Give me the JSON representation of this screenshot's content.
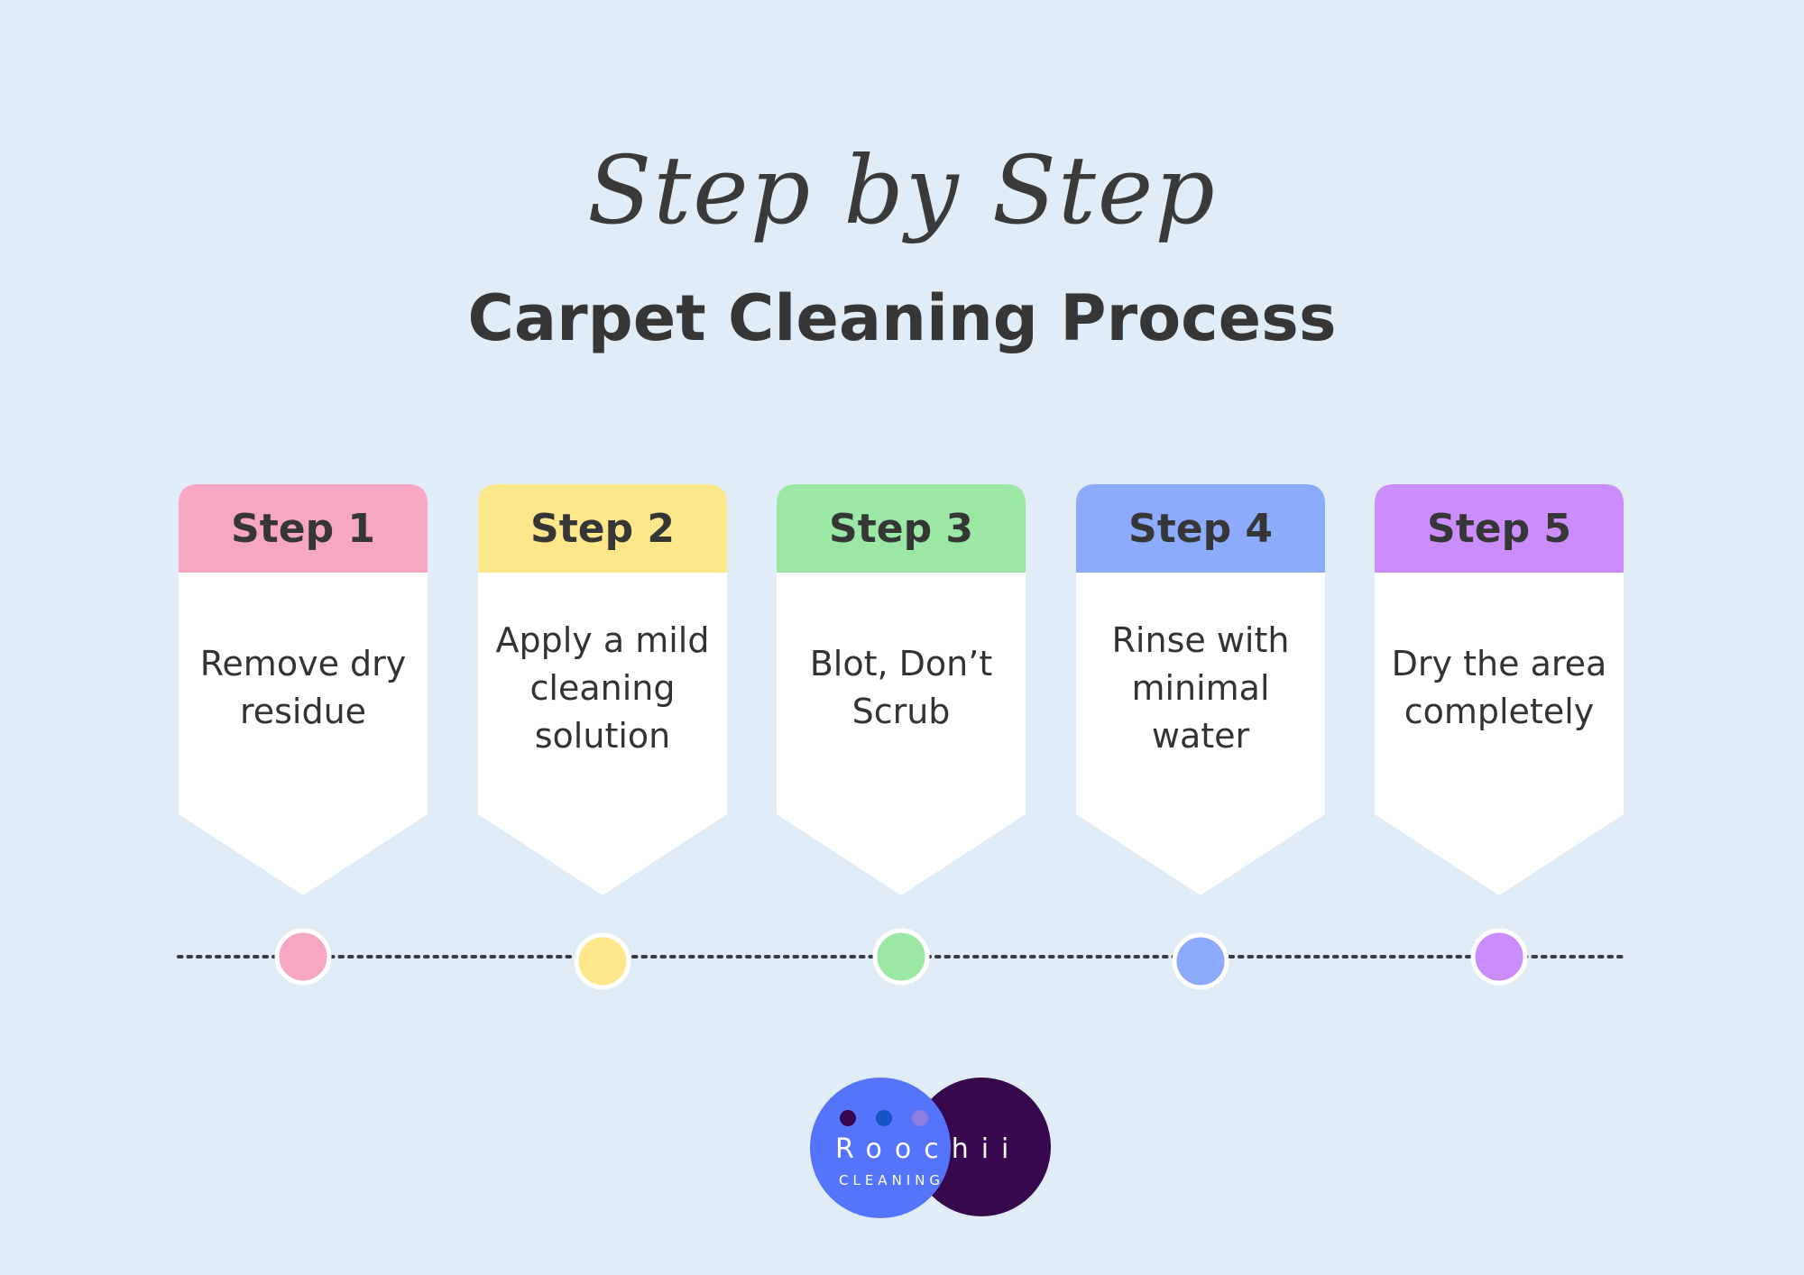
{
  "header": {
    "script_title": "Step by Step",
    "main_title": "Carpet Cleaning Process"
  },
  "steps": [
    {
      "label": "Step 1",
      "text": "Remove dry residue",
      "color": "#f7a6c3"
    },
    {
      "label": "Step 2",
      "text": "Apply a mild cleaning solution",
      "color": "#fee68a"
    },
    {
      "label": "Step 3",
      "text": "Blot, Don’t Scrub",
      "color": "#9be8a5"
    },
    {
      "label": "Step 4",
      "text": "Rinse with minimal water",
      "color": "#8dabfc"
    },
    {
      "label": "Step 5",
      "text": "Dry the area completely",
      "color": "#cb8cfc"
    }
  ],
  "logo": {
    "name": "Roochii",
    "tagline": "CLEANING",
    "primary_color": "#5474fc",
    "secondary_color": "#38084f",
    "dot_colors": [
      "#38084f",
      "#1456c8",
      "#8e7ee0"
    ]
  },
  "colors": {
    "background": "#e0ecf6",
    "card": "#ffffff",
    "text": "#363636"
  }
}
